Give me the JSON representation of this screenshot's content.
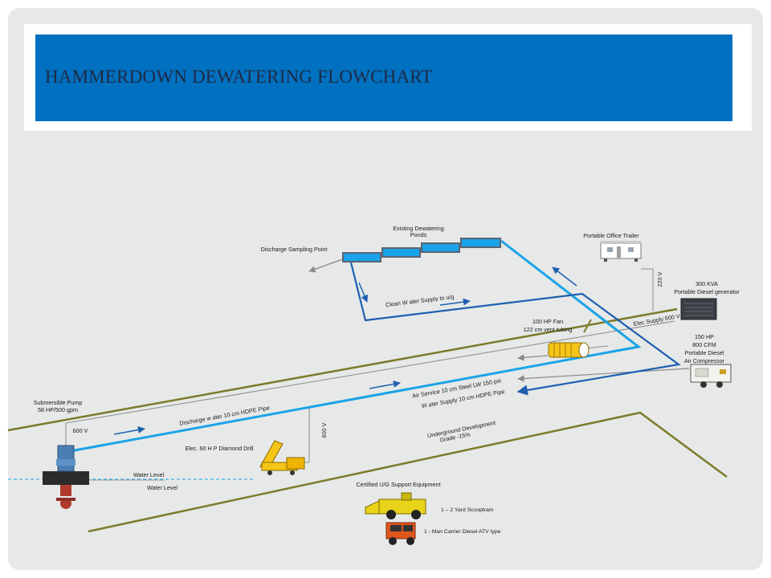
{
  "title": "HAMMERDOWN DEWATERING FLOWCHART",
  "labels": {
    "ponds_line1": "Existing Dewatering",
    "ponds_line2": "Ponds",
    "discharge_sampling": "Discharge Sampling Point",
    "office_trailer": "Portable Office Trailer",
    "generator_line1": "300  KVA",
    "generator_line2": "Portable Diesel generator",
    "voltage_220": "220  V",
    "clean_water": "Clean W ater Supply  to u/g",
    "fan_line1": "100  HP  Fan",
    "fan_line2": "122  cm vent tubing",
    "elec_supply": "Elec Supply 600  V",
    "compressor_line1": "150  HP",
    "compressor_line2": "800  CFM",
    "compressor_line3": "Portable Diesel",
    "compressor_line4": "Air Compressor",
    "air_service": "Air Service  10  cm Steel LW  150 psi",
    "water_supply": "W ater Supply  10 cm HDPE Pipe",
    "pump_line1": "Submersible Pump",
    "pump_line2": "58 HP/500 gpm",
    "voltage_pump": "600  V",
    "discharge_pipe": "Discharge w ater 10 cm HDPE Pipe",
    "voltage_drill": "600  V",
    "ug_dev_line1": "Underground Development",
    "ug_dev_line2": "Grade  -15%",
    "diamond_drill": "Elec. 60  H P Diamond Drill",
    "water_level_1": "Water Level",
    "water_level_2": "Water Level",
    "support_equipment": "Certified U/G Support Equipment",
    "scooptram": "1 – 2 Yard  Scooptram",
    "man_carrier": "1  - Man Carrier Diesel ATV type"
  },
  "colors": {
    "title_band": "#0070c0",
    "discharge_pipe": "#1aa3e8",
    "water_supply": "#1f5fb0",
    "drift_wall": "#7d7a2a",
    "arrow_grey": "#8a8a8a"
  }
}
